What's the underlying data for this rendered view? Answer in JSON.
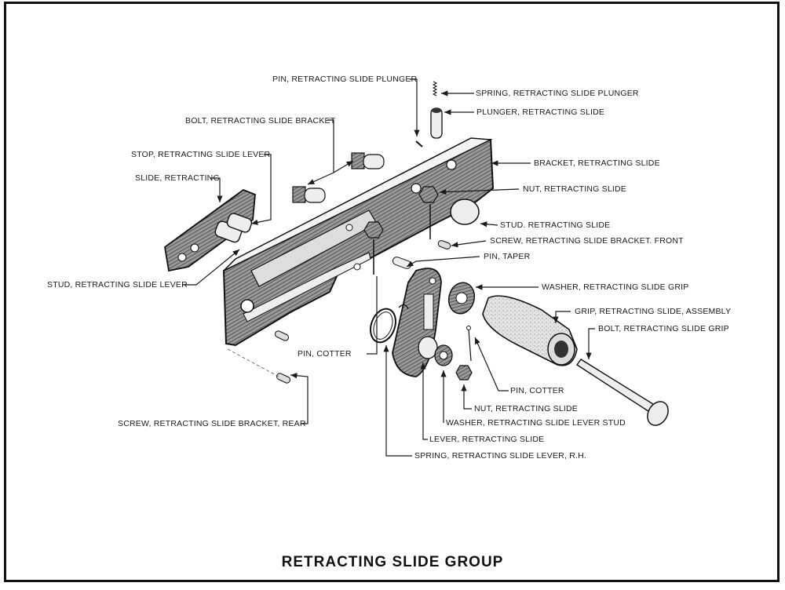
{
  "diagram": {
    "title": "RETRACTING SLIDE GROUP",
    "ink_color": "#1a1a1a",
    "paper_color": "#ffffff",
    "hatch_color": "#555555",
    "callouts": [
      {
        "id": "pin-plunger",
        "label": "PIN, RETRACTING SLIDE PLUNGER"
      },
      {
        "id": "spring-plunger",
        "label": "SPRING, RETRACTING SLIDE PLUNGER"
      },
      {
        "id": "plunger",
        "label": "PLUNGER, RETRACTING SLIDE"
      },
      {
        "id": "bolt-bracket",
        "label": "BOLT, RETRACTING SLIDE BRACKET"
      },
      {
        "id": "stop-lever",
        "label": "STOP, RETRACTING SLIDE LEVER"
      },
      {
        "id": "slide",
        "label": "SLIDE, RETRACTING"
      },
      {
        "id": "bracket",
        "label": "BRACKET, RETRACTING SLIDE"
      },
      {
        "id": "nut-upper",
        "label": "NUT, RETRACTING SLIDE"
      },
      {
        "id": "stud",
        "label": "STUD. RETRACTING SLIDE"
      },
      {
        "id": "screw-front",
        "label": "SCREW, RETRACTING SLIDE BRACKET. FRONT"
      },
      {
        "id": "pin-taper",
        "label": "PIN, TAPER"
      },
      {
        "id": "stud-lever",
        "label": "STUD, RETRACTING SLIDE LEVER"
      },
      {
        "id": "washer-grip",
        "label": "WASHER, RETRACTING SLIDE GRIP"
      },
      {
        "id": "grip-assembly",
        "label": "GRIP, RETRACTING SLIDE, ASSEMBLY"
      },
      {
        "id": "bolt-grip",
        "label": "BOLT, RETRACTING SLIDE GRIP"
      },
      {
        "id": "pin-cotter-left",
        "label": "PIN, COTTER"
      },
      {
        "id": "pin-cotter-right",
        "label": "PIN, COTTER"
      },
      {
        "id": "nut-lower",
        "label": "NUT, RETRACTING SLIDE"
      },
      {
        "id": "washer-lever-stud",
        "label": "WASHER, RETRACTING SLIDE LEVER STUD"
      },
      {
        "id": "screw-rear",
        "label": "SCREW, RETRACTING SLIDE BRACKET, REAR"
      },
      {
        "id": "lever",
        "label": "LEVER, RETRACTING SLIDE"
      },
      {
        "id": "spring-lever",
        "label": "SPRING, RETRACTING SLIDE LEVER, R.H."
      }
    ]
  }
}
